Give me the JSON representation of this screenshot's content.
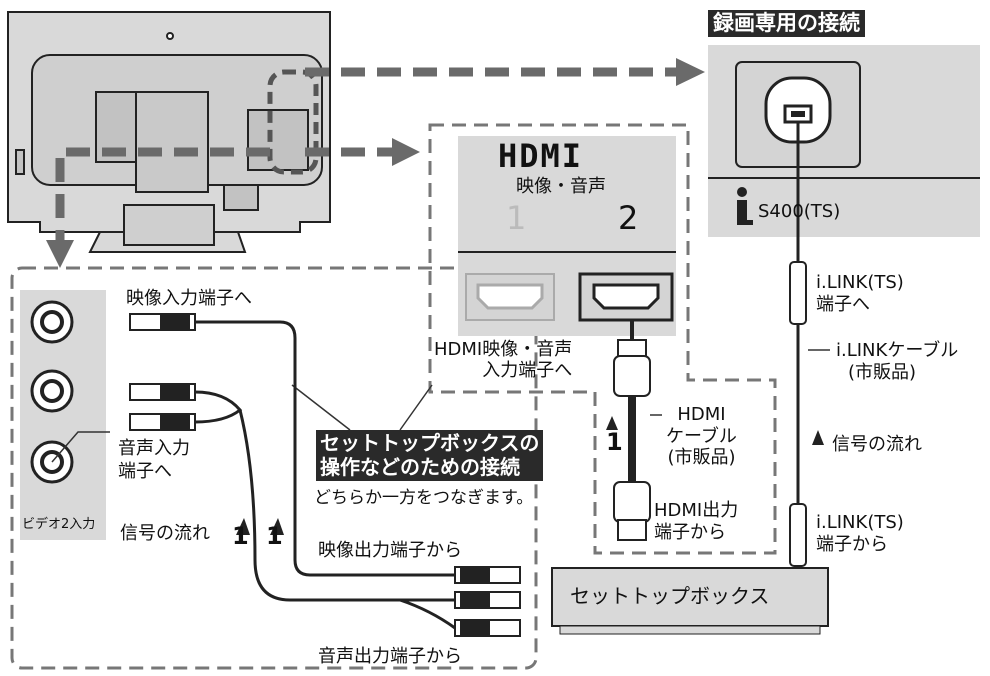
{
  "rec_header": "録画専用の接続",
  "ilink_port_label": "S400(TS)",
  "hdmi_logo": "HDMI",
  "hdmi_panel": {
    "title": "映像・音声",
    "port1": "1",
    "port2": "2"
  },
  "ilink_to_label": [
    "i.LINK(TS)",
    "端子へ"
  ],
  "ilink_cable_label": [
    "i.LINKケーブル",
    "(市販品)"
  ],
  "signal_flow_right": "信号の流れ",
  "ilink_from_label": [
    "i.LINK(TS)",
    "端子から"
  ],
  "hdmi_in_label": [
    "HDMI映像・音声",
    "入力端子へ"
  ],
  "hdmi_cable_label": [
    "HDMI",
    "ケーブル",
    "(市販品)"
  ],
  "hdmi_out_label": [
    "HDMI出力",
    "端子から"
  ],
  "stb_header": [
    "セットトップボックスの",
    "操作などのための接続"
  ],
  "either_note": "どちらか一方をつなぎます。",
  "video_in_label": "映像入力端子へ",
  "audio_in_label": [
    "音声入力",
    "端子へ"
  ],
  "video2_input": "ビデオ2入力",
  "signal_flow_left": "信号の流れ",
  "arrow_num": "1",
  "video_out_label": "映像出力端子から",
  "audio_out_label": "音声出力端子から",
  "stb_box_label": "セットトップボックス"
}
